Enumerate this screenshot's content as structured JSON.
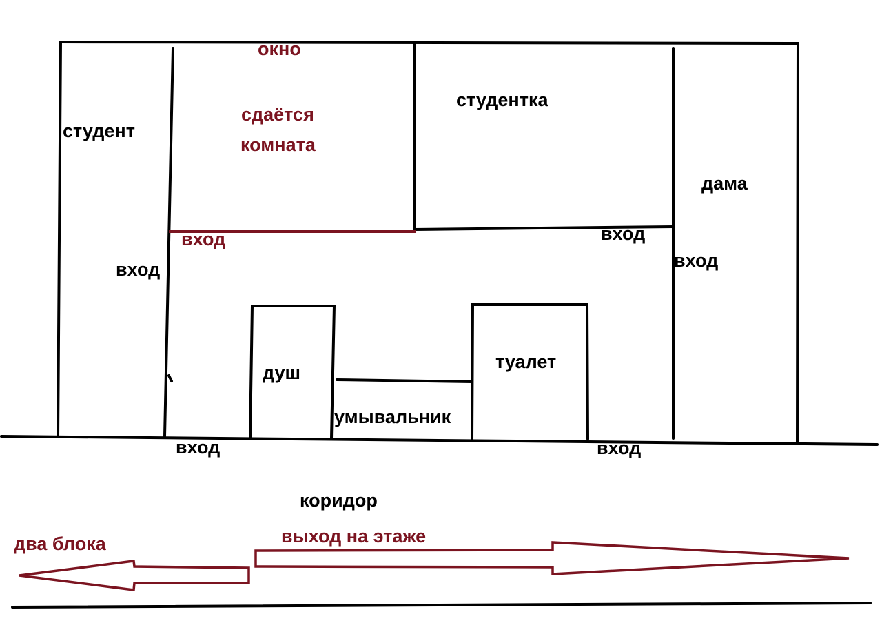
{
  "colors": {
    "ink": "#000000",
    "accent": "#7b1420"
  },
  "labels": {
    "window": "окно",
    "room_for_rent_line1": "сдаётся",
    "room_for_rent_line2": "комната",
    "student_male": "студент",
    "student_female": "студентка",
    "lady": "дама",
    "entrance": "вход",
    "shower": "душ",
    "toilet": "туалет",
    "washbasin": "умывальник",
    "corridor": "коридор",
    "two_blocks": "два блока",
    "floor_exit": "выход на этаже"
  }
}
